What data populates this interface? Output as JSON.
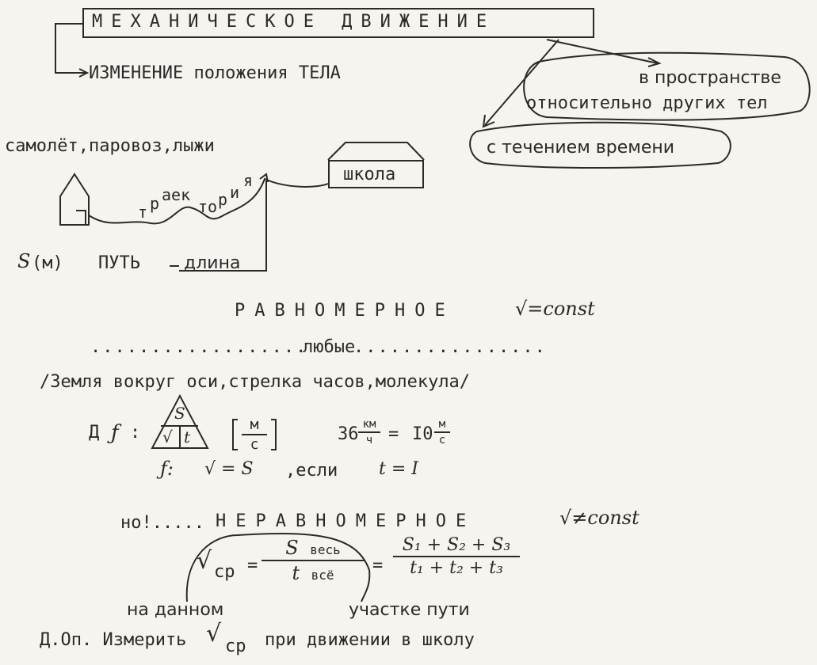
{
  "header": {
    "title": "МЕХАНИЧЕСКОЕ ДВИЖЕНИЕ",
    "definition": "ИЗМЕНЕНИЕ положения ТЕЛА"
  },
  "bubbles": {
    "space": "в пространстве",
    "relative": "относительно других тел",
    "time": "с течением времени"
  },
  "examples": {
    "objects": "самолёт,паровоз,лыжи",
    "school": "школа",
    "trajectory_letters": [
      "т",
      "р",
      "аек",
      "то",
      "р",
      "и",
      "я"
    ]
  },
  "path": {
    "symbol": "S",
    "unit": "(м)",
    "word": "ПУТЬ",
    "length": "длина"
  },
  "uniform": {
    "title": "РАВНОМЕРНОЕ",
    "formula": "√=const",
    "dots_left": "..................",
    "any": "любые",
    "dots_right": "................",
    "examples": "/Земля вокруг оси,стрелка часов,молекула/",
    "df_label": "Д",
    "f_sym": "ƒ",
    "colon": ":",
    "tri_top": "S",
    "tri_left": "√",
    "tri_right": "t",
    "unit_num": "м",
    "unit_den": "с",
    "conv_left": "36",
    "conv_left_num": "км",
    "conv_left_den": "ч",
    "equals": "=",
    "conv_right": "I0",
    "conv_right_num": "м",
    "conv_right_den": "с",
    "f_line": "ƒ:",
    "v_eq_s": "√ = S",
    "if_word": ",если",
    "t_eq": "t = I"
  },
  "nonuniform": {
    "prefix": "но!.....",
    "title": "НЕРАВНОМЕРНОЕ",
    "formula": "√≠const",
    "v_sym": "√",
    "cp": "ср",
    "eq1": "=",
    "s_all": "S",
    "ves": "весь",
    "t_all": "t",
    "vse": "всё",
    "eq2": "=",
    "sum_num": "S₁ + S₂ + S₃",
    "sum_den": "t₁ + t₂ + t₃"
  },
  "footer": {
    "on_given": "на данном",
    "path_part": "участке пути",
    "hw_prefix": "Д.Оп. Измерить",
    "hw_v": "√",
    "hw_cp": "ср",
    "hw_suffix": "при движении в школу"
  }
}
